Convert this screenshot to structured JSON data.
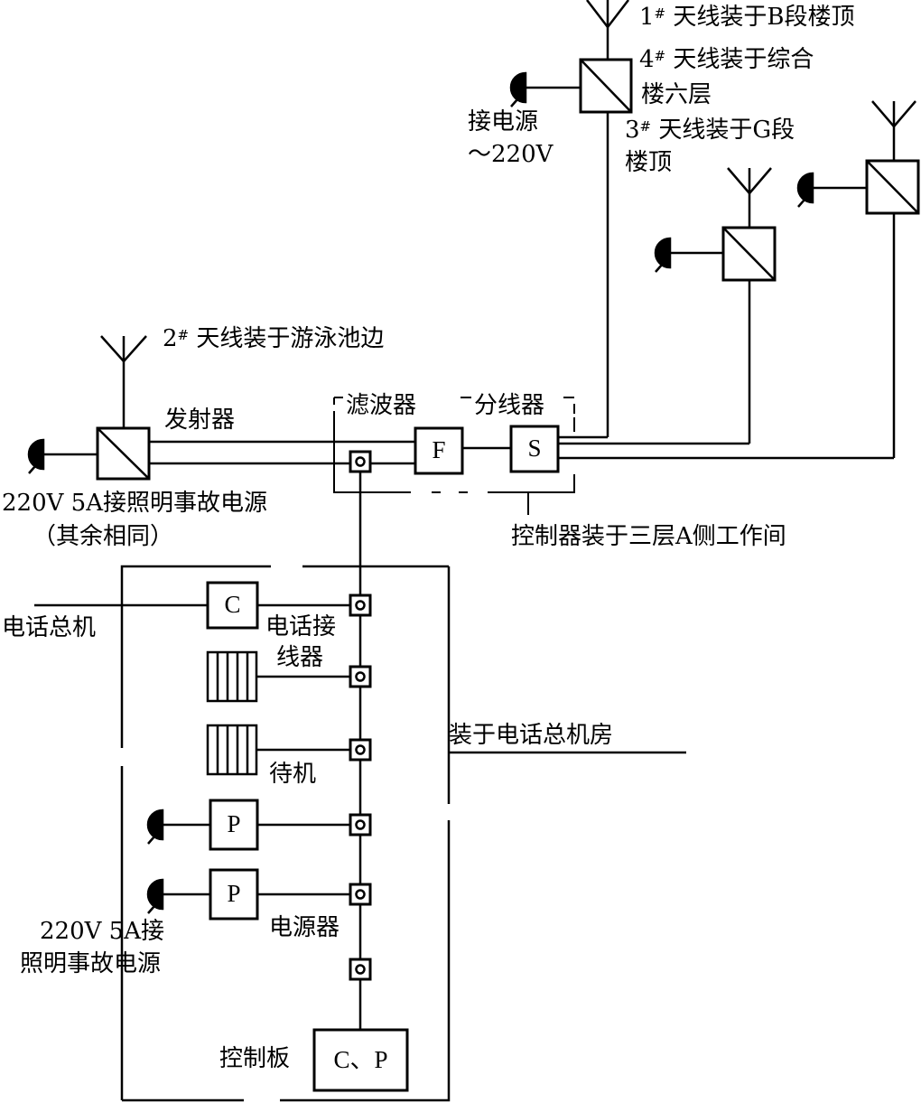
{
  "labels": {
    "antenna1": "天线装于B段楼顶",
    "antenna1_num": "1",
    "antenna4": "天线装于综合",
    "antenna4_num": "4",
    "antenna4_line2": "楼六层",
    "antenna3": "天线装于G段",
    "antenna3_num": "3",
    "antenna3_line2": "楼顶",
    "power_top_line1": "接电源",
    "power_top_line2": "～220V",
    "antenna2": "天线装于游泳池边",
    "antenna2_num": "2",
    "sup_mark": "#",
    "transmitter": "发射器",
    "filter": "滤波器",
    "splitter": "分线器",
    "power_left_line1": "220V 5A接照明事故电源",
    "power_left_line2": "（其余相同）",
    "controller_location": "控制器装于三层A侧工作间",
    "switchboard": "电话总机",
    "phone_connector_line1": "电话接",
    "phone_connector_line2": "线器",
    "room_location": "装于电话总机房",
    "standby": "待机",
    "power_bottom_line1": "220V 5A接",
    "power_bottom_line2": "照明事故电源",
    "power_supply": "电源器",
    "control_board": "控制板"
  },
  "boxes": {
    "filter_box": "F",
    "splitter_box": "S",
    "switch_box": "C",
    "power_box_1": "P",
    "power_box_2": "P",
    "control_box": "C、P"
  }
}
